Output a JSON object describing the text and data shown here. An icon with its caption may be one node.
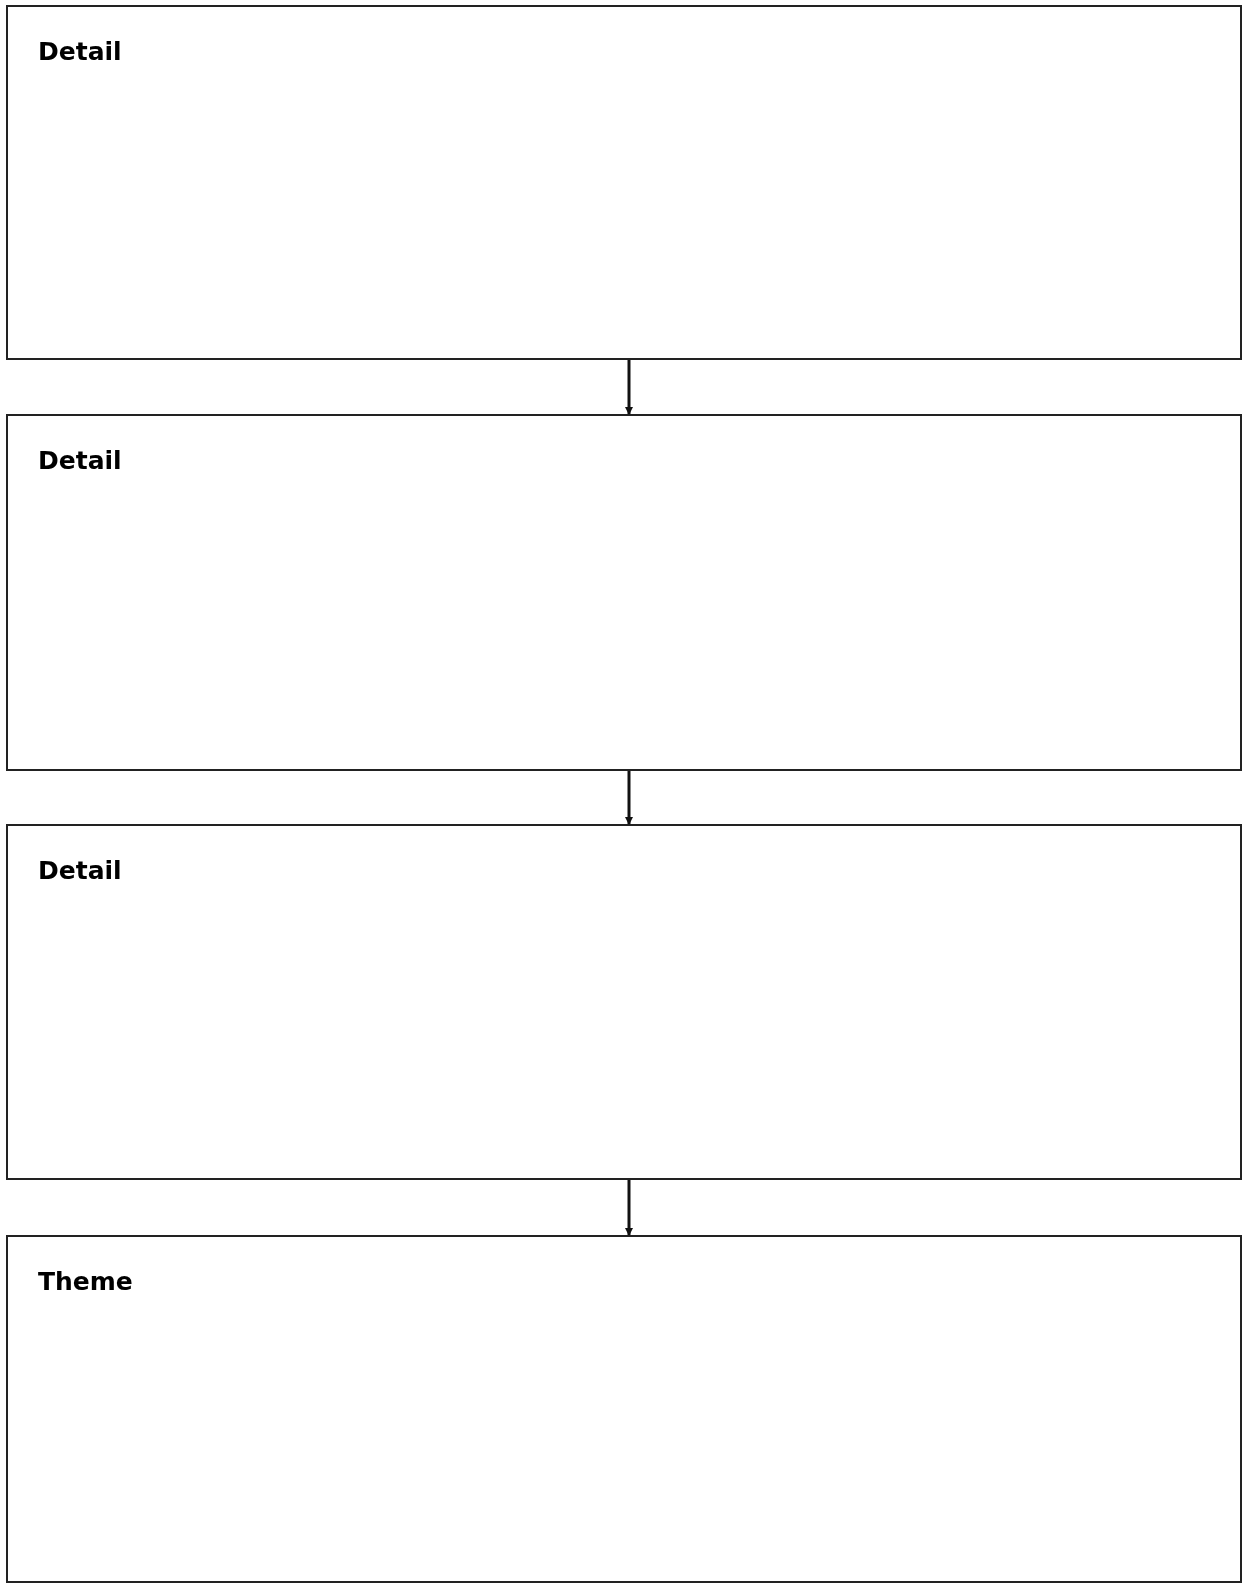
{
  "diagram": {
    "nodes": [
      {
        "text": [
          "Detail"
        ]
      },
      {
        "text": [
          "Detail"
        ]
      },
      {
        "text": [
          "Detail"
        ]
      },
      {
        "text": [
          "Theme"
        ]
      }
    ],
    "edges": [
      {
        "from": 0,
        "to": 1,
        "arrow": "to"
      },
      {
        "from": 1,
        "to": 2,
        "arrow": "to"
      },
      {
        "from": 2,
        "to": 3,
        "arrow": "to"
      }
    ]
  }
}
